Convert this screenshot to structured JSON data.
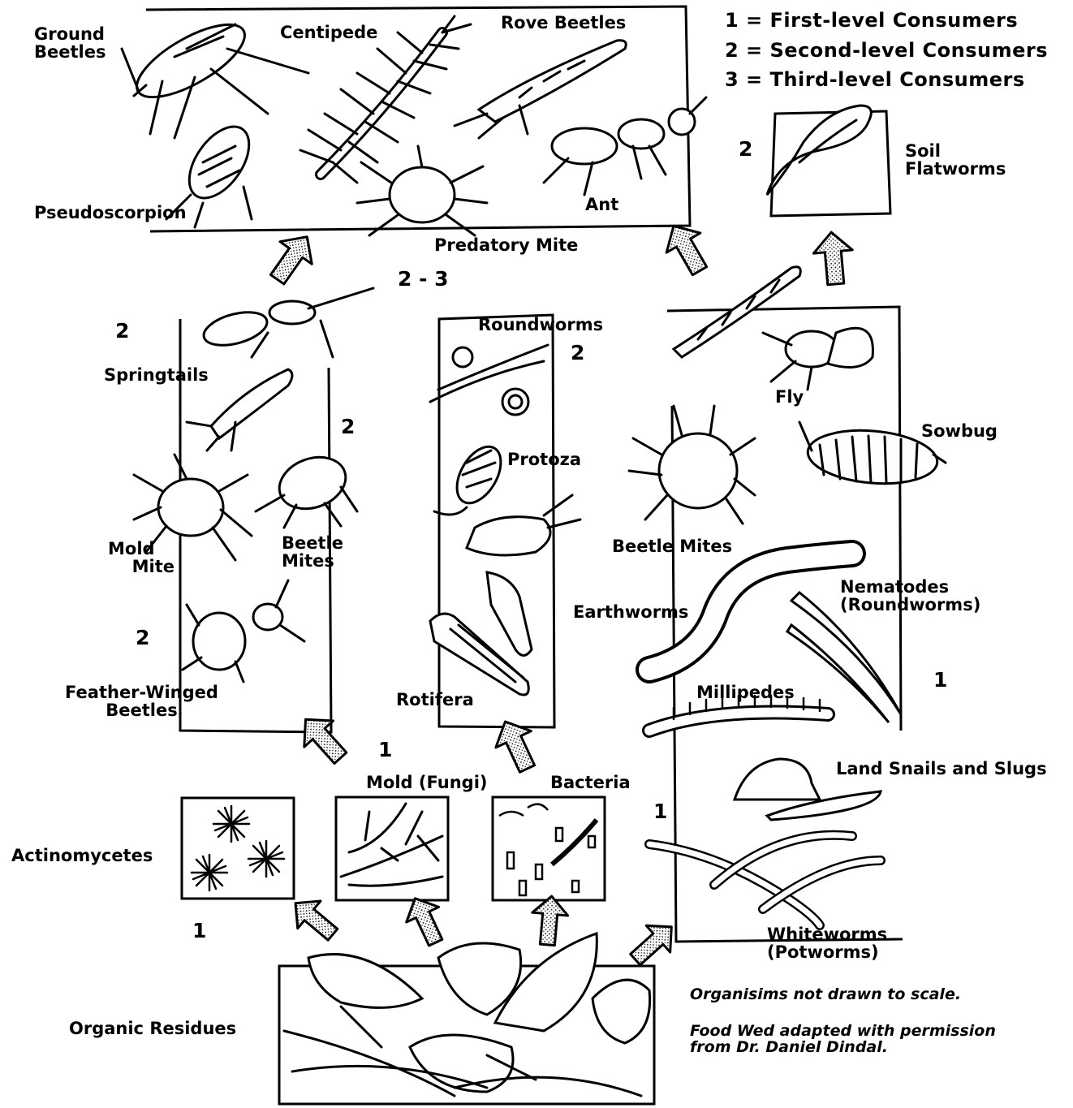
{
  "legend": {
    "line1": "1 = First-level Consumers",
    "line2": "2 = Second-level Consumers",
    "line3": "3 = Third-level Consumers"
  },
  "organisms": {
    "ground_beetles": [
      "Ground",
      "Beetles"
    ],
    "centipede": "Centipede",
    "rove_beetles": "Rove Beetles",
    "pseudoscorpion": "Pseudoscorpion",
    "ant": "Ant",
    "predatory_mite": "Predatory Mite",
    "soil_flatworms": [
      "Soil",
      "Flatworms"
    ],
    "springtails": "Springtails",
    "mold_mite": [
      "Mold",
      "Mite"
    ],
    "beetle_mites_left": [
      "Beetle",
      "Mites"
    ],
    "feather_winged_beetles": [
      "Feather-Winged",
      "Beetles"
    ],
    "roundworms": "Roundworms",
    "protoza": "Protoza",
    "rotifera": "Rotifera",
    "fly": "Fly",
    "sowbug": "Sowbug",
    "beetle_mites_right": "Beetle Mites",
    "nematodes": [
      "Nematodes",
      "(Roundworms)"
    ],
    "earthworms": "Earthworms",
    "millipedes": "Millipedes",
    "land_snails": "Land Snails and Slugs",
    "whiteworms": [
      "Whiteworms",
      "(Potworms)"
    ],
    "actinomycetes": "Actinomycetes",
    "mold_fungi": "Mold (Fungi)",
    "bacteria": "Bacteria",
    "organic_residues": "Organic Residues"
  },
  "levels": {
    "top_group": "2 - 3",
    "flatworms": "2",
    "left_upper": "2",
    "left_mid": "2",
    "left_lower": "2",
    "roundworms": "2",
    "fungi": "1",
    "actino": "1",
    "whiteworms": "1",
    "nematodes": "1"
  },
  "notes": {
    "scale": "Organisims not drawn to scale.",
    "credit": [
      "Food Wed adapted with permission",
      "from Dr. Daniel Dindal."
    ]
  }
}
